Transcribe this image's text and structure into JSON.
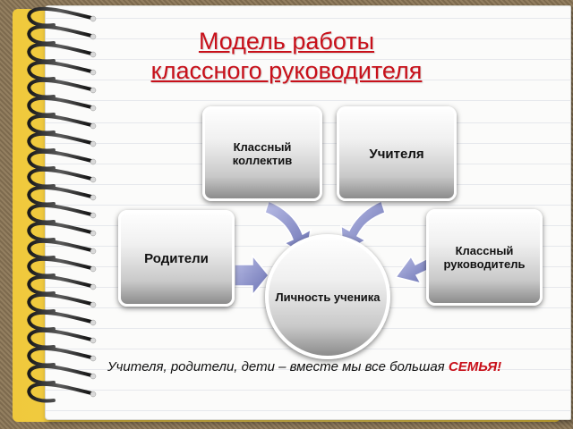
{
  "title": {
    "line1": "Модель работы",
    "line2": "классного руководителя"
  },
  "diagram": {
    "nodes": {
      "class_collective": "Классный коллектив",
      "teachers": "Учителя",
      "parents": "Родители",
      "class_teacher": "Классный руководитель",
      "student_personality": "Личность ученика"
    },
    "arrows": [
      {
        "from": "class_collective",
        "to": "student_personality"
      },
      {
        "from": "teachers",
        "to": "student_personality"
      },
      {
        "from": "parents",
        "to": "student_personality"
      },
      {
        "from": "class_teacher",
        "to": "student_personality"
      }
    ],
    "arrow_color": "#8b91c7"
  },
  "footer": {
    "text": "Учителя, родители, дети – вместе мы все большая ",
    "highlight": "СЕМЬЯ!"
  },
  "colors": {
    "title": "#c8101a",
    "notebook": "#f0c93c",
    "page": "#fbfbfa"
  }
}
